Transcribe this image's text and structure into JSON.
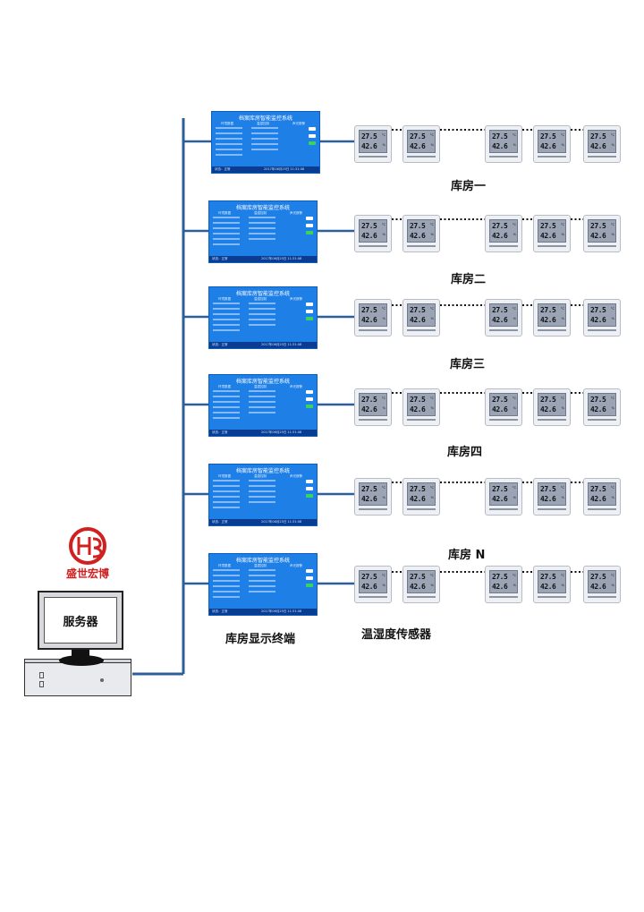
{
  "terminal": {
    "title": "档案库房智能监控系统",
    "col_env": "环境数据",
    "col_temp": "温湿控制",
    "col_alarm": "声光报警",
    "status": "状态：正常",
    "datetime": "2017年06月25日   11:31:08"
  },
  "sensor": {
    "temp": "27.5",
    "humi": "42.6",
    "temp_unit": "°C",
    "humi_unit": "%"
  },
  "rooms": [
    {
      "label": "库房一"
    },
    {
      "label": "库房二"
    },
    {
      "label": "库房三"
    },
    {
      "label": "库房四"
    },
    {
      "label": "库房 N"
    },
    {
      "label": ""
    }
  ],
  "captions": {
    "terminals": "库房显示终端",
    "sensors": "温湿度传感器"
  },
  "server": {
    "label": "服务器"
  },
  "company": {
    "name": "盛世宏博",
    "brand_color": "#d02020"
  },
  "colors": {
    "wire": "#2d5f9a",
    "terminal": "#1e7fe6",
    "sensor_screen": "#9aa4b5"
  }
}
